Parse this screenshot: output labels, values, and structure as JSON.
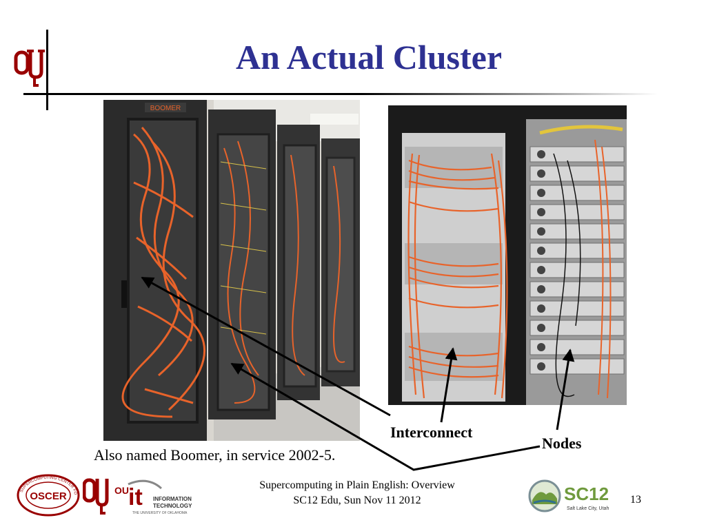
{
  "slide": {
    "title": "An Actual Cluster",
    "caption": "Also named Boomer, in service 2002-5.",
    "page_number": "13"
  },
  "labels": {
    "interconnect": "Interconnect",
    "nodes": "Nodes"
  },
  "photos": {
    "left_rack_sign": "BOOMER"
  },
  "footer": {
    "line1": "Supercomputing in Plain English: Overview",
    "line2": "SC12 Edu, Sun Nov 11 2012"
  },
  "logos": {
    "ou_letters": "OU",
    "oscer_ring_text": "SUPERCOMPUTING CENTER FOR EDUCATION & RESEARCH",
    "oscer_center": "OSCER",
    "it_mark": "it",
    "it_line1": "INFORMATION",
    "it_line2": "TECHNOLOGY",
    "it_line3": "THE UNIVERSITY OF OKLAHOMA",
    "sc12_mark": "SC12",
    "sc12_city": "Salt Lake City, Utah"
  },
  "colors": {
    "title_blue": "#2e3192",
    "ou_crimson": "#990000",
    "cable_orange": "#e8632a",
    "rack_dark": "#2b2b2b",
    "sc12_green": "#6f9a3d"
  }
}
